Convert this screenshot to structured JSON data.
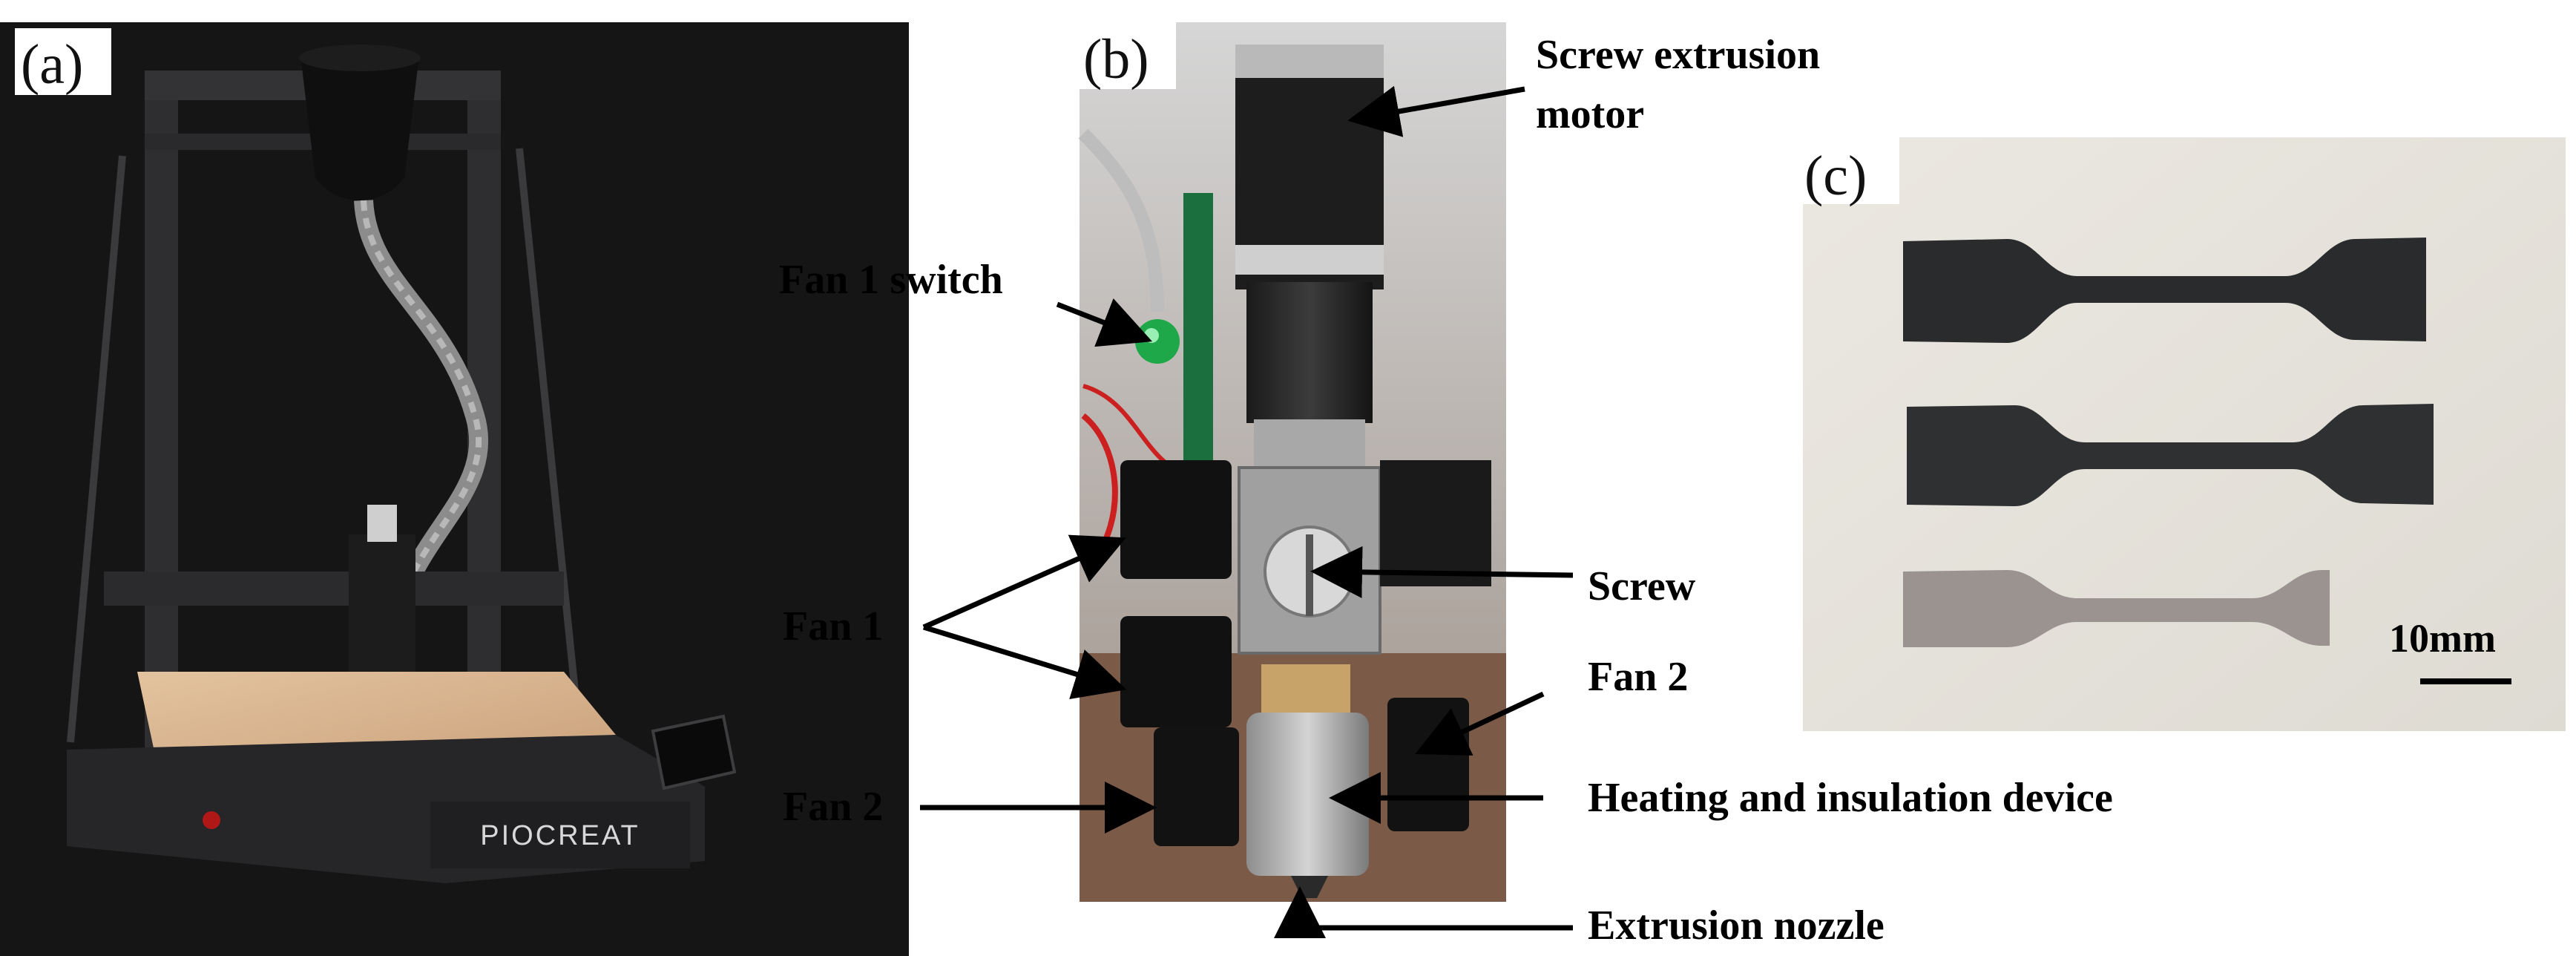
{
  "panels": {
    "a": {
      "label": "(a)",
      "brand_text": "PIOCREAT"
    },
    "b": {
      "label": "(b)"
    },
    "c": {
      "label": "(c)"
    }
  },
  "callouts": {
    "screw_extrusion_motor_line1": "Screw extrusion",
    "screw_extrusion_motor_line2": "motor",
    "fan1_switch": "Fan 1 switch",
    "fan1": "Fan 1",
    "screw": "Screw",
    "fan2_right": "Fan 2",
    "fan2_left": "Fan 2",
    "heating_insulation": "Heating and insulation device",
    "extrusion_nozzle": "Extrusion nozzle"
  },
  "scale_bar": {
    "label": "10mm"
  },
  "colors": {
    "printer_background": "#151515",
    "printer_frame": "#2e2e30",
    "print_bed": "#d8b08a",
    "wall": "#c9c9c9",
    "fan_switch_green": "#1fa84a",
    "sample_dark": "#2a2b2c",
    "sample_gray": "#9a9390",
    "paper_background": "#e6e3dc"
  }
}
